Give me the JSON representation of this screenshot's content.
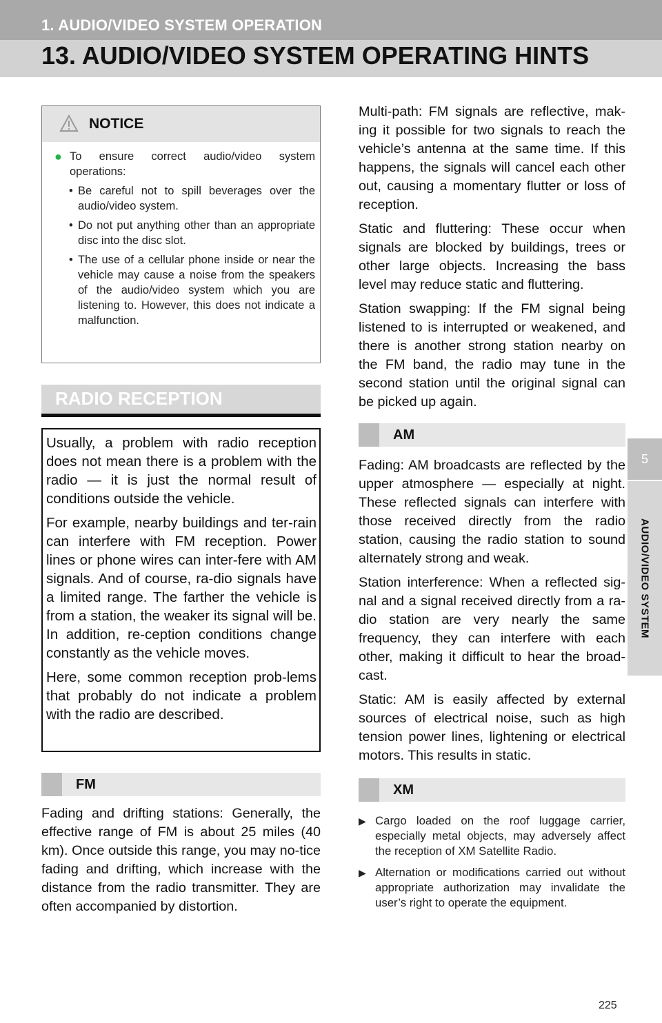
{
  "header": {
    "section": "1. AUDIO/VIDEO SYSTEM OPERATION",
    "title": "13. AUDIO/VIDEO SYSTEM OPERATING HINTS"
  },
  "side_tab": {
    "number": "5",
    "label": "AUDIO/VIDEO SYSTEM"
  },
  "notice": {
    "title": "NOTICE",
    "lead": "To ensure correct audio/video system operations:",
    "items": [
      "Be careful not to spill beverages over the audio/video system.",
      "Do not put anything other than an appropriate disc into the disc slot.",
      "The use of a cellular phone inside or near the vehicle may cause a noise from the speakers of the audio/video system which you are listening to. However, this does not indicate a malfunction."
    ]
  },
  "radio_reception": {
    "heading": "RADIO RECEPTION",
    "paragraphs": [
      "Usually, a problem with radio reception does not mean there is a problem with the radio — it is just the normal result of conditions outside the vehicle.",
      "For example, nearby buildings and ter-rain can interfere with FM reception. Power lines or phone wires can inter-fere with AM signals. And of course, ra-dio signals have a limited range. The farther the vehicle is from a station, the weaker its signal will be. In addition, re-ception conditions change constantly as the vehicle moves.",
      "Here, some common reception prob-lems that probably do not indicate a problem with the radio are described."
    ]
  },
  "fm": {
    "heading": "FM",
    "paragraphs": [
      "Fading and drifting stations: Generally, the effective range of FM is about 25 miles (40 km). Once outside this range, you may no-tice fading and drifting, which increase with the distance from the radio transmitter. They are often accompanied by distortion.",
      "Multi-path: FM signals are reflective, mak-ing it possible for two signals to reach the vehicle’s antenna at the same time. If this happens, the signals will cancel each other out, causing a momentary flutter or loss of reception.",
      "Static and fluttering: These occur when signals are blocked by buildings, trees or other large objects. Increasing the bass level may reduce static and fluttering.",
      "Station swapping: If the FM signal being listened to is interrupted or weakened, and there is another strong station nearby on the FM band, the radio may tune in the second station until the original signal can be picked up again."
    ]
  },
  "am": {
    "heading": "AM",
    "paragraphs": [
      "Fading: AM broadcasts are reflected by the upper atmosphere — especially at night. These reflected signals can interfere with those received directly from the radio station, causing the radio station to sound alternately strong and weak.",
      "Station interference: When a reflected sig-nal and a signal received directly from a ra-dio station are very nearly the same frequency, they can interfere with each other, making it difficult to hear the broad-cast.",
      "Static: AM is easily affected by external sources of electrical noise, such as high tension power lines, lightening or electrical motors. This results in static."
    ]
  },
  "xm": {
    "heading": "XM",
    "items": [
      "Cargo loaded on the roof luggage carrier, especially metal objects, may adversely affect the reception of XM Satellite Radio.",
      "Alternation or modifications carried out without appropriate authorization may invalidate the user’s right to operate the equipment."
    ]
  },
  "page_number": "225"
}
